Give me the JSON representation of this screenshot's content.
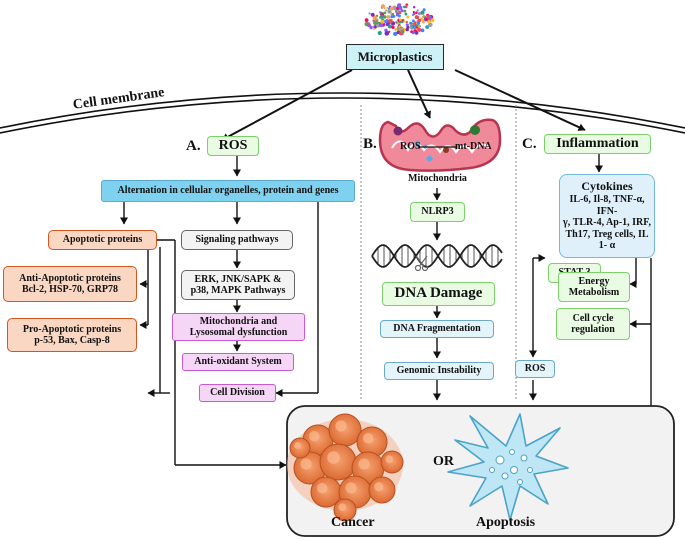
{
  "top": {
    "title": "Microplastics",
    "membrane_label": "Cell membrane"
  },
  "panel_a": {
    "letter": "A.",
    "title": "ROS",
    "alternation": "Alternation in cellular organelles, protein and genes",
    "apoptotic_proteins": "Apoptotic proteins",
    "anti_apoptotic": [
      "Anti-Apoptotic proteins",
      "Bcl-2, HSP-70, GRP78"
    ],
    "pro_apoptotic": [
      "Pro-Apoptotic proteins",
      "p-53, Bax, Casp-8"
    ],
    "signaling": "Signaling pathways",
    "erk": [
      "ERK, JNK/SAPK &",
      "p38, MAPK Pathways"
    ],
    "mito_lyso": [
      "Mitochondria and",
      "Lysosomal dysfunction"
    ],
    "antioxidant": "Anti-oxidant System",
    "cell_division": "Cell Division"
  },
  "panel_b": {
    "letter": "B.",
    "mito_ros": "ROS",
    "mito_mtdna": "mt-DNA",
    "mito_label": "Mitochondria",
    "nlrp3": "NLRP3",
    "dna_damage": "DNA Damage",
    "dna_fragmentation": "DNA Fragmentation",
    "genomic_instability": "Genomic Instability"
  },
  "panel_c": {
    "letter": "C.",
    "title": "Inflammation",
    "cytokines_title": "Cytokines",
    "cytokines_lines": [
      "IL-6, Il-8, TNF-α, IFN-",
      "γ, TLR-4, Ap-1, IRF,",
      "Th17, Treg cells, IL 1- α"
    ],
    "stat3": "STAT 3",
    "energy": [
      "Energy",
      "Metabolism"
    ],
    "cellcycle": [
      "Cell cycle",
      "regulation"
    ],
    "ros": "ROS"
  },
  "outcome": {
    "cancer": "Cancer",
    "or": "OR",
    "apoptosis": "Apoptosis"
  },
  "colors": {
    "membrane": "#111111",
    "arrow": "#111111",
    "cyan_box": "#ccf1f7",
    "blue_box": "#7fd1f0",
    "green_box_border": "#7ccf6b",
    "orange_box": "#f9d7c2",
    "orange_border": "#d2551e",
    "pink_box": "#f5d6f7",
    "pink_border": "#c85bd0",
    "mito_fill": "#f08a9a",
    "cancer_cell": "#e8804a",
    "apoptosis_cell": "#bfe6f5"
  },
  "icons": [
    "microplastic-particles-icon",
    "mitochondrion-icon",
    "dna-helix-icon",
    "scissors-icon",
    "cancer-cell-cluster-icon",
    "apoptotic-cell-icon"
  ]
}
